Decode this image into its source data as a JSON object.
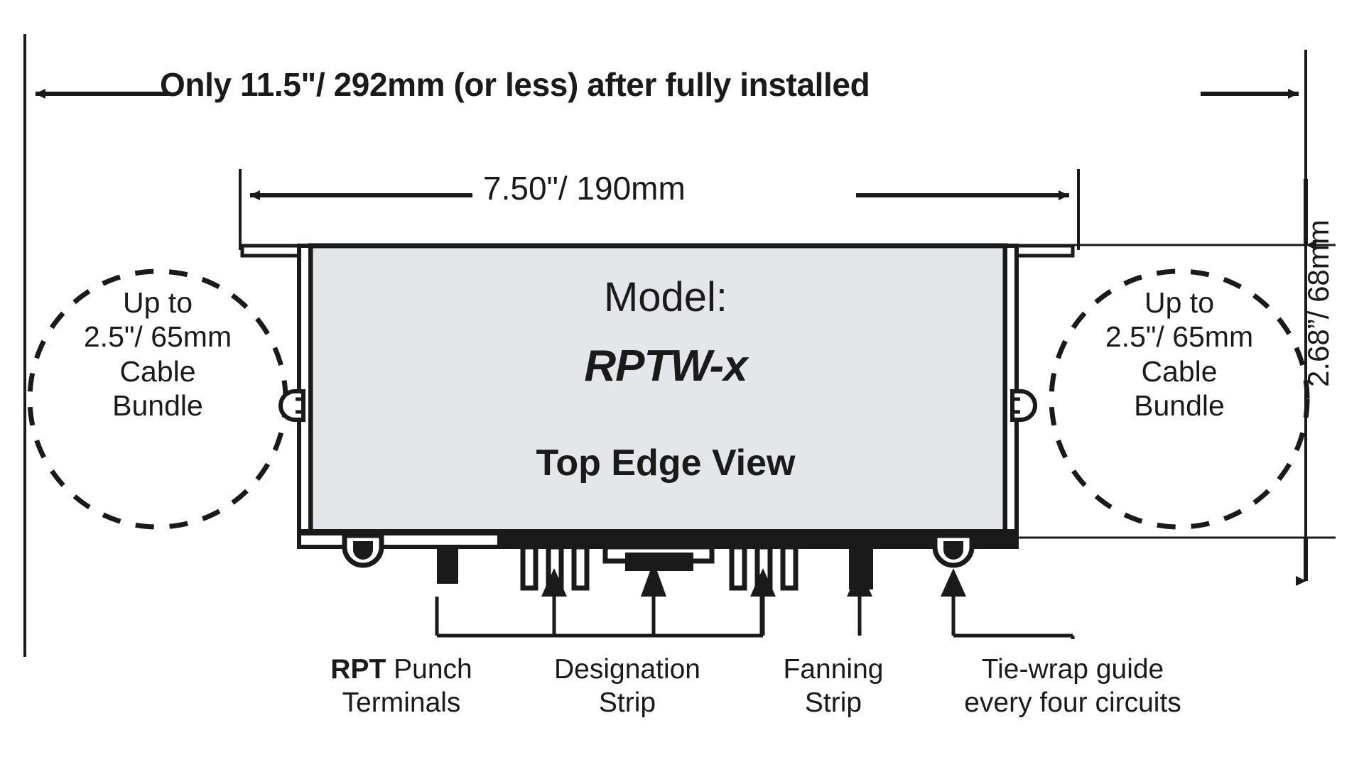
{
  "drawing": {
    "title": "RPTW-x Top Edge View Dimension Drawing",
    "line_color": "#1a1a1a",
    "body_fill": "#e4e7e9",
    "background": "#ffffff"
  },
  "dimensions": {
    "overall_installed": {
      "label": "Only 11.5\"/ 292mm (or less) after fully installed",
      "style": "bold",
      "orientation": "horizontal"
    },
    "body_width": {
      "label": "7.50\"/ 190mm",
      "style": "regular",
      "orientation": "horizontal"
    },
    "body_height": {
      "label": "2.68”/ 68mm",
      "style": "regular",
      "orientation": "vertical"
    }
  },
  "body_block": {
    "model_word": "Model:",
    "model_name": "RPTW-x",
    "view_name": "Top Edge View"
  },
  "cable_bundles": [
    {
      "side": "left",
      "line1": "Up to",
      "line2": "2.5\"/ 65mm",
      "line3": "Cable",
      "line4": "Bundle"
    },
    {
      "side": "right",
      "line1": "Up to",
      "line2": "2.5\"/ 65mm",
      "line3": "Cable",
      "line4": "Bundle"
    }
  ],
  "callouts": [
    {
      "bold_prefix": "RPT",
      "line1_rest": " Punch",
      "line2": "Terminals"
    },
    {
      "bold_prefix": "",
      "line1_rest": "Designation",
      "line2": "Strip"
    },
    {
      "bold_prefix": "",
      "line1_rest": "Fanning",
      "line2": "Strip"
    },
    {
      "bold_prefix": "",
      "line1_rest": "Tie-wrap guide",
      "line2": "every four circuits"
    }
  ]
}
